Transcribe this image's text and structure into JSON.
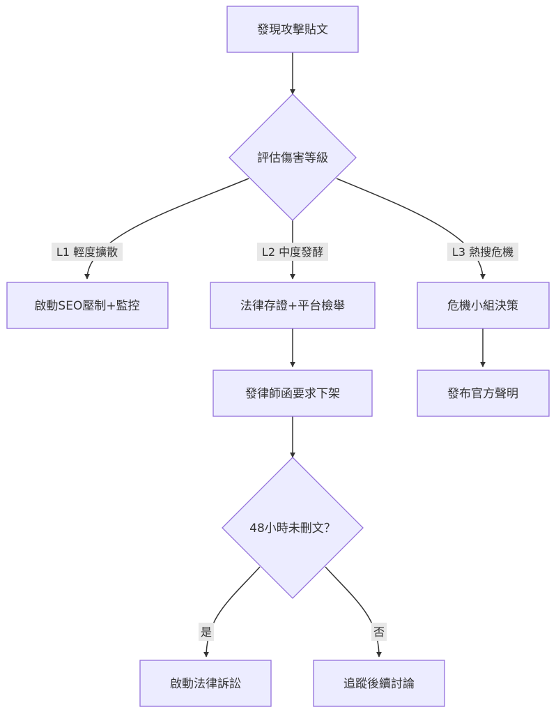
{
  "nodes": {
    "discover": "發現攻擊貼文",
    "assess": "評估傷害等級",
    "seo": "啟動SEO壓制+監控",
    "evidence": "法律存證+平台檢舉",
    "lawyer_letter": "發律師函要求下架",
    "crisis_team": "危機小組決策",
    "statement": "發布官方聲明",
    "check_48h": "48小時未刪文？",
    "lawsuit": "啟動法律訴訟",
    "track": "追蹤後續討論"
  },
  "edge_labels": {
    "l1": "L1 輕度擴散",
    "l2": "L2 中度發酵",
    "l3": "L3 熱搜危機",
    "yes": "是",
    "no": "否"
  },
  "colors": {
    "node_fill": "#ECECFF",
    "node_stroke": "#9370DB",
    "edge": "#333333",
    "label_bg": "#E8E8E8"
  }
}
